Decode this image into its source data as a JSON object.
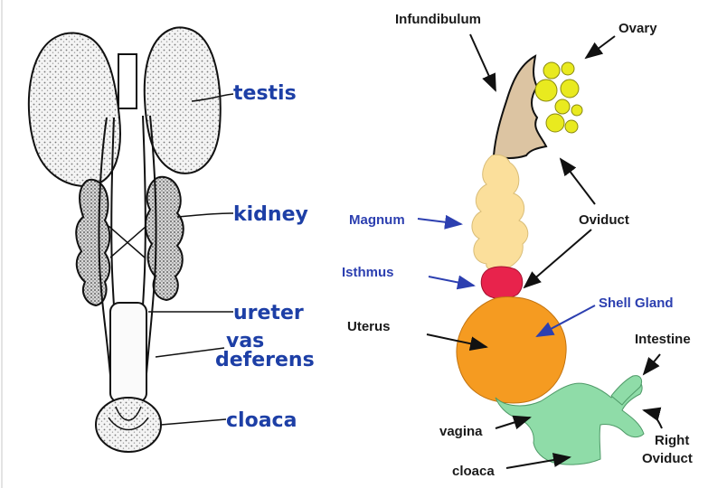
{
  "male_panel": {
    "labels": {
      "testis": "testis",
      "kidney": "kidney",
      "ureter": "ureter",
      "vas_line1": "vas",
      "vas_line2": "deferens",
      "cloaca": "cloaca"
    },
    "label_color": "#1d3fa6"
  },
  "female_panel": {
    "labels": {
      "infundibulum": "Infundibulum",
      "ovary": "Ovary",
      "magnum": "Magnum",
      "oviduct": "Oviduct",
      "isthmus": "Isthmus",
      "shell_gland": "Shell Gland",
      "uterus": "Uterus",
      "intestine": "Intestine",
      "vagina": "vagina",
      "right_line1": "Right",
      "right_line2": "Oviduct",
      "cloaca": "cloaca"
    },
    "colors": {
      "infundibulum": "#dcc4a2",
      "ovary": "#e9ea1f",
      "magnum": "#fbdf9b",
      "isthmus": "#e8234c",
      "uterus": "#f59b21",
      "vagina_cloaca": "#8fdca8",
      "blue_label": "#2c3fb0"
    }
  }
}
